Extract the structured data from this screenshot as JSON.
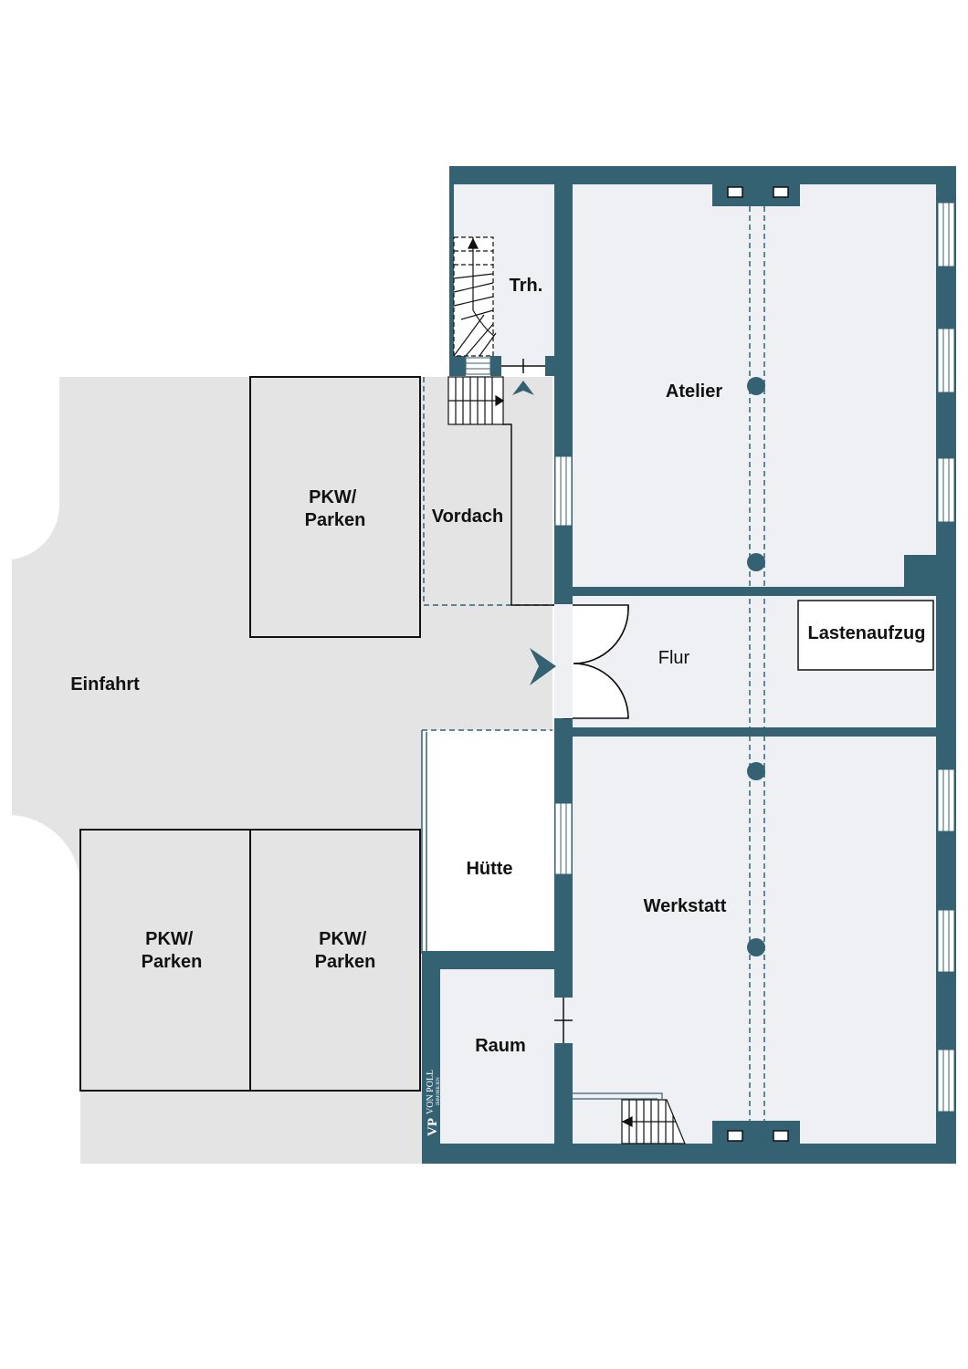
{
  "colors": {
    "wall": "#346272",
    "floor": "#eef0f3",
    "outdoor": "#e4e4e4",
    "line": "#111111",
    "background": "#ffffff"
  },
  "rooms": {
    "treppenhaus": "Trh.",
    "atelier": "Atelier",
    "flur": "Flur",
    "lastenaufzug": "Lastenaufzug",
    "werkstatt": "Werkstatt",
    "vordach": "Vordach",
    "huette": "Hütte",
    "raum": "Raum",
    "einfahrt": "Einfahrt"
  },
  "parking": {
    "top": [
      "PKW/",
      "Parken"
    ],
    "bottom_left": [
      "PKW/",
      "Parken"
    ],
    "bottom_right": [
      "PKW/",
      "Parken"
    ]
  },
  "logo": {
    "mark": "VP",
    "name": "VON POLL",
    "sub": "IMMOBILIEN"
  }
}
